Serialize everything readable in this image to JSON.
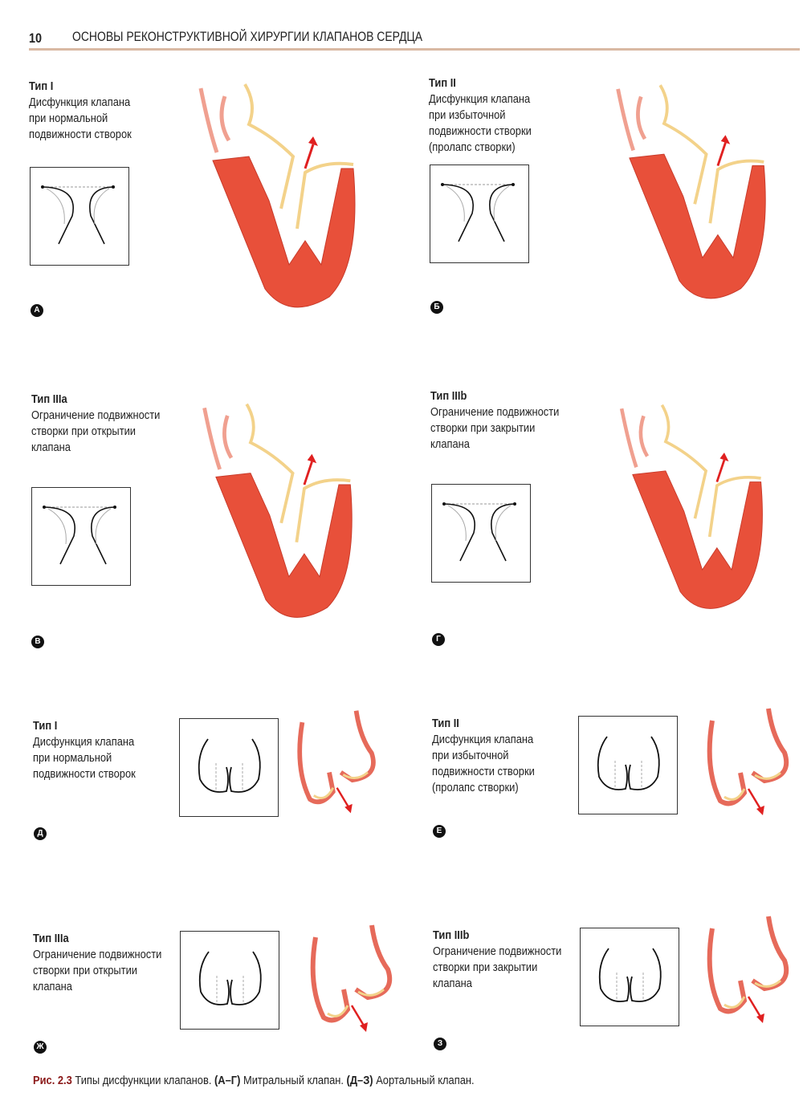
{
  "header": {
    "page_number": "10",
    "title": "ОСНОВЫ РЕКОНСТРУКТИВНОЙ ХИРУРГИИ КЛАПАНОВ СЕРДЦА"
  },
  "panels": [
    {
      "letter": "А",
      "type": "Тип I",
      "lines": [
        "Дисфункция клапана",
        "при нормальной",
        "подвижности створок"
      ]
    },
    {
      "letter": "Б",
      "type": "Тип II",
      "lines": [
        "Дисфункция клапана",
        "при избыточной",
        "подвижности створки",
        "(пролапс створки)"
      ]
    },
    {
      "letter": "В",
      "type": "Тип IIIa",
      "lines": [
        "Ограничение подвижности",
        "створки при открытии",
        "клапана"
      ]
    },
    {
      "letter": "Г",
      "type": "Тип IIIb",
      "lines": [
        "Ограничение подвижности",
        "створки при закрытии",
        "клапана"
      ]
    },
    {
      "letter": "Д",
      "type": "Тип I",
      "lines": [
        "Дисфункция клапана",
        "при нормальной",
        "подвижности створок"
      ]
    },
    {
      "letter": "Е",
      "type": "Тип II",
      "lines": [
        "Дисфункция клапана",
        "при избыточной",
        "подвижности створки",
        "(пролапс створки)"
      ]
    },
    {
      "letter": "Ж",
      "type": "Тип IIIa",
      "lines": [
        "Ограничение подвижности",
        "створки при открытии",
        "клапана"
      ]
    },
    {
      "letter": "З",
      "type": "Тип IIIb",
      "lines": [
        "Ограничение подвижности",
        "створки при закрытии",
        "клапана"
      ]
    }
  ],
  "caption": {
    "fig": "Рис. 2.3",
    "text1": " Типы дисфункции клапанов. ",
    "ref1": "(А–Г)",
    "text2": " Митральный клапан. ",
    "ref2": "(Д–З)",
    "text3": " Аортальный клапан."
  },
  "colors": {
    "myocardium": "#e8503a",
    "leaflet": "#f3d28a",
    "arrow": "#e02020",
    "rule": "#d9b9a3",
    "caption_fig": "#8b1a1a"
  }
}
